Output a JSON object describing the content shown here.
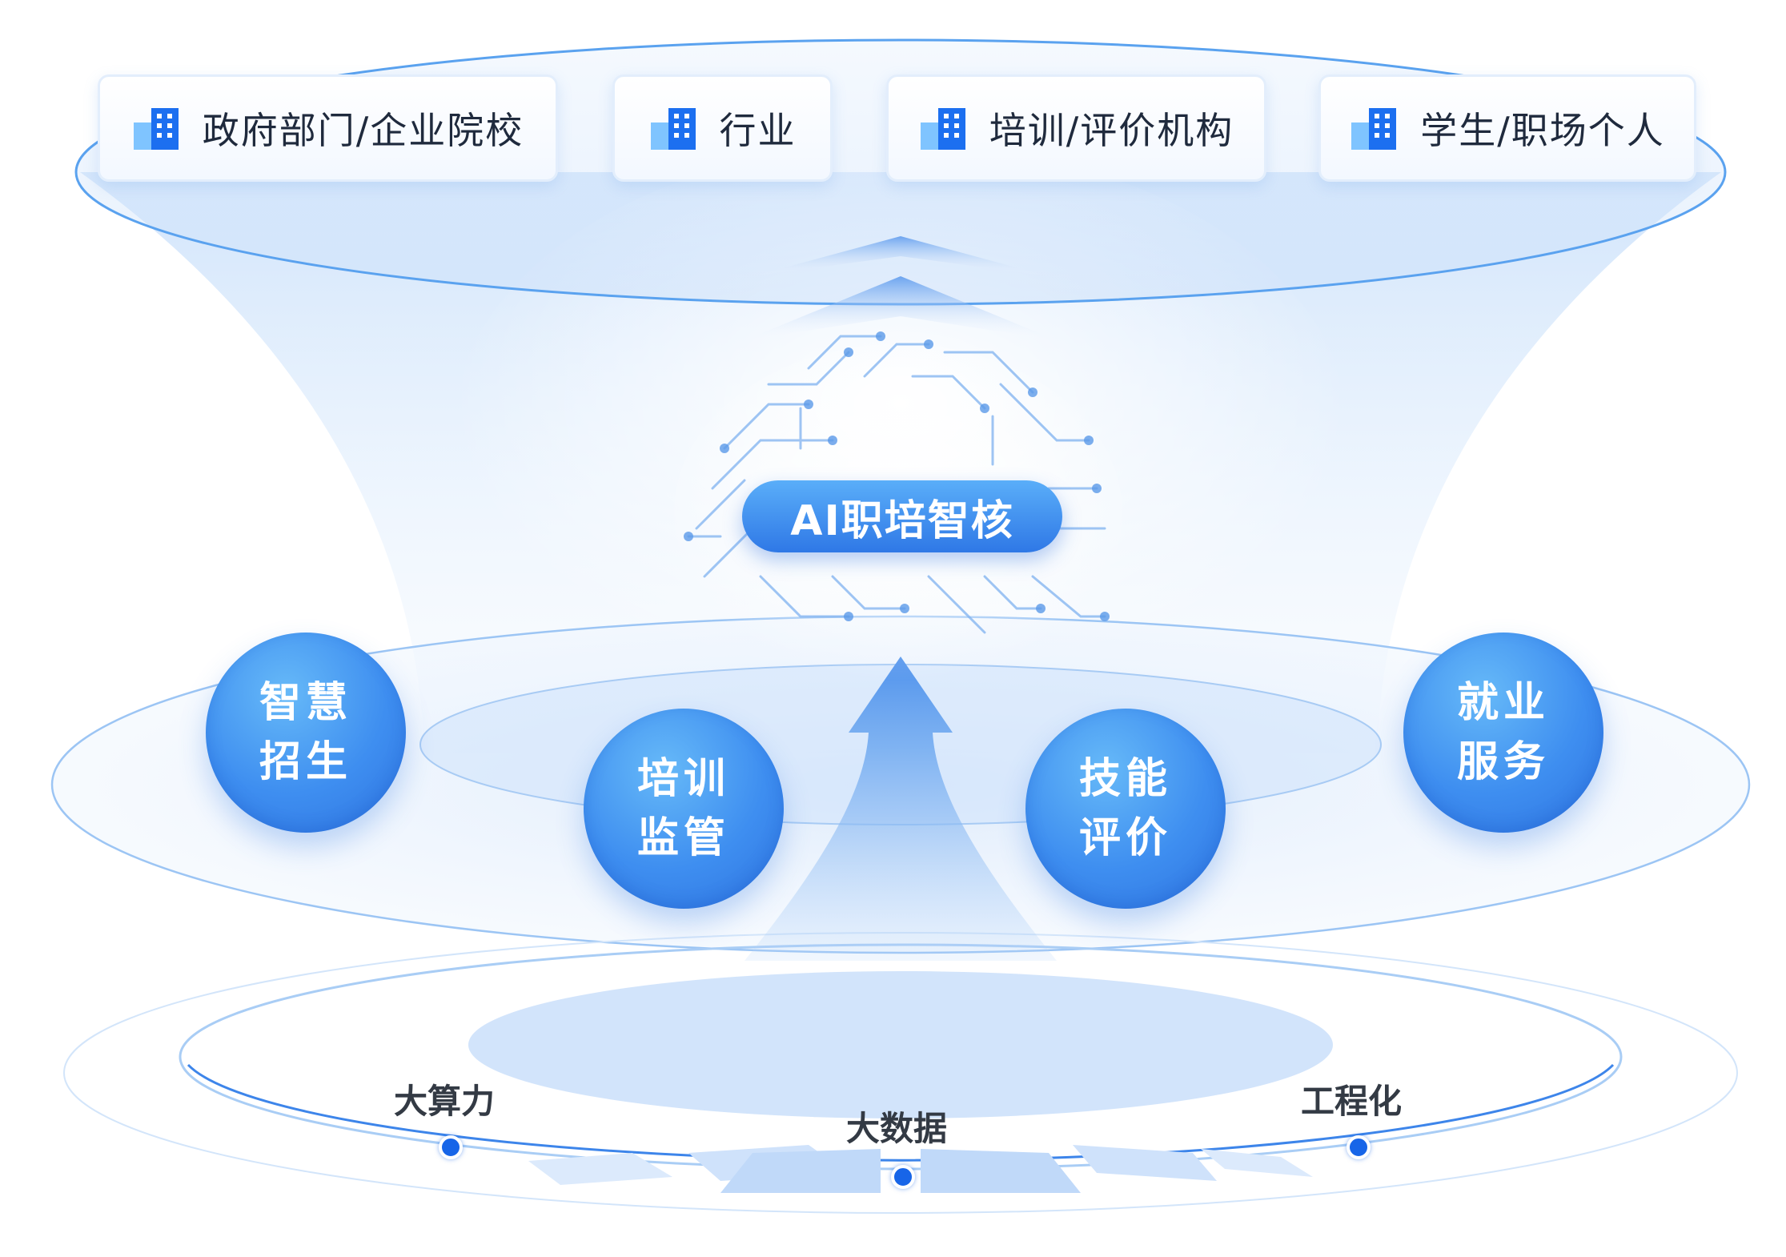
{
  "top_cards": [
    {
      "label": "政府部门/企业院校",
      "icon": "building-icon"
    },
    {
      "label": "行业",
      "icon": "building-icon"
    },
    {
      "label": "培训/评价机构",
      "icon": "building-icon"
    },
    {
      "label": "学生/职场个人",
      "icon": "building-icon"
    }
  ],
  "core": {
    "label": "AI职培智核"
  },
  "services": [
    {
      "label": "智慧招生"
    },
    {
      "label": "培训监管"
    },
    {
      "label": "技能评价"
    },
    {
      "label": "就业服务"
    }
  ],
  "foundation": [
    {
      "label": "大算力"
    },
    {
      "label": "大数据"
    },
    {
      "label": "工程化"
    }
  ],
  "colors": {
    "primary_blue": "#2f78e6",
    "light_blue": "#5aaef9",
    "card_text": "#1f2a3d",
    "foundation_text": "#333a44"
  }
}
